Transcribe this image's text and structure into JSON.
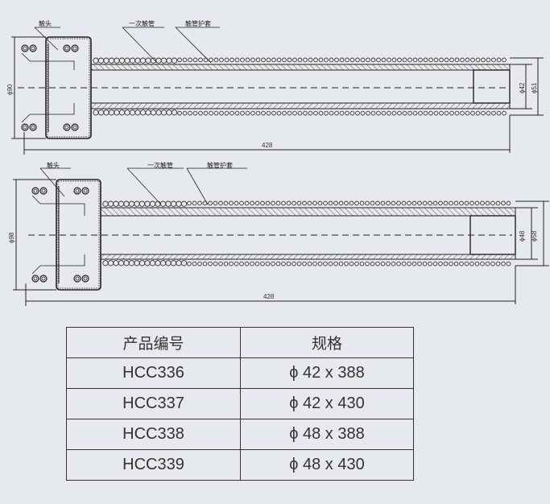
{
  "drawing_top": {
    "labels": {
      "contact": "触头",
      "primary_tube": "一次触管",
      "tube_sheath": "触管护套"
    },
    "dims": {
      "flange_diameter": "ϕ90",
      "inner_diameter": "ϕ42",
      "outer_diameter": "ϕ51",
      "length": "428"
    }
  },
  "drawing_bottom": {
    "labels": {
      "contact": "触头",
      "primary_tube": "一次触管",
      "tube_sheath": "触管护套"
    },
    "dims": {
      "flange_diameter": "ϕ98",
      "inner_diameter": "ϕ48",
      "outer_diameter": "ϕ58",
      "length": "428"
    }
  },
  "table": {
    "headers": [
      "产品编号",
      "规格"
    ],
    "rows": [
      [
        "HCC336",
        "ϕ 42 x 388"
      ],
      [
        "HCC337",
        "ϕ 42 x 430"
      ],
      [
        "HCC338",
        "ϕ 48 x 388"
      ],
      [
        "HCC339",
        "ϕ 48 x 430"
      ]
    ]
  }
}
